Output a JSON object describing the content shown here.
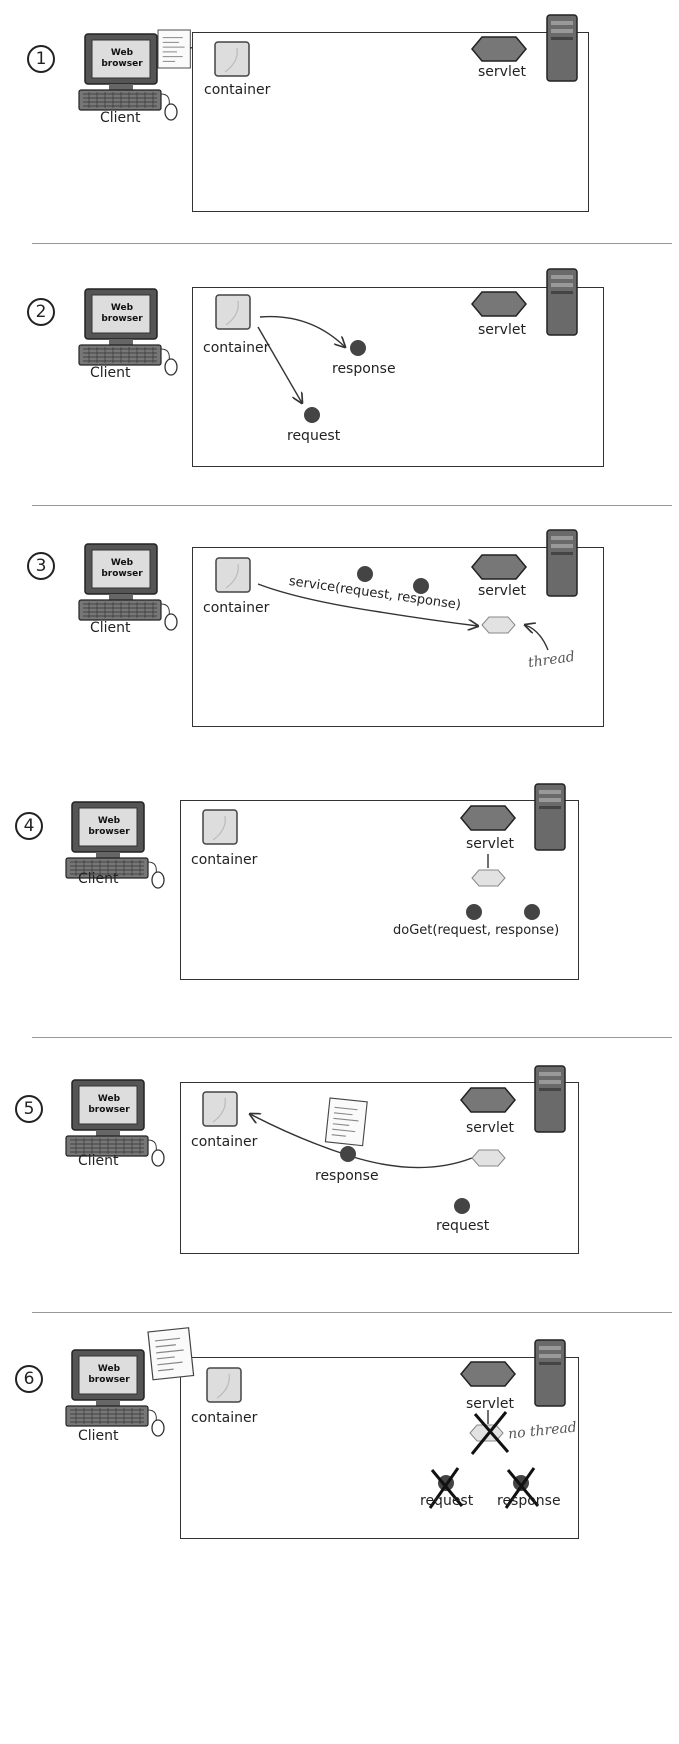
{
  "steps": [
    {
      "number": "1",
      "client": "Client",
      "browser": [
        "Web",
        "browser"
      ],
      "container": "container",
      "servlet": "servlet"
    },
    {
      "number": "2",
      "client": "Client",
      "browser": [
        "Web",
        "browser"
      ],
      "container": "container",
      "servlet": "servlet",
      "response": "response",
      "request": "request"
    },
    {
      "number": "3",
      "client": "Client",
      "browser": [
        "Web",
        "browser"
      ],
      "container": "container",
      "servlet": "servlet",
      "call": "service(request, response)",
      "thread": "thread"
    },
    {
      "number": "4",
      "client": "Client",
      "browser": [
        "Web",
        "browser"
      ],
      "container": "container",
      "servlet": "servlet",
      "call": "doGet(request, response)"
    },
    {
      "number": "5",
      "client": "Client",
      "browser": [
        "Web",
        "browser"
      ],
      "container": "container",
      "servlet": "servlet",
      "response": "response",
      "request": "request"
    },
    {
      "number": "6",
      "client": "Client",
      "browser": [
        "Web",
        "browser"
      ],
      "container": "container",
      "servlet": "servlet",
      "thread": "no thread",
      "request": "request",
      "response": "response"
    }
  ]
}
